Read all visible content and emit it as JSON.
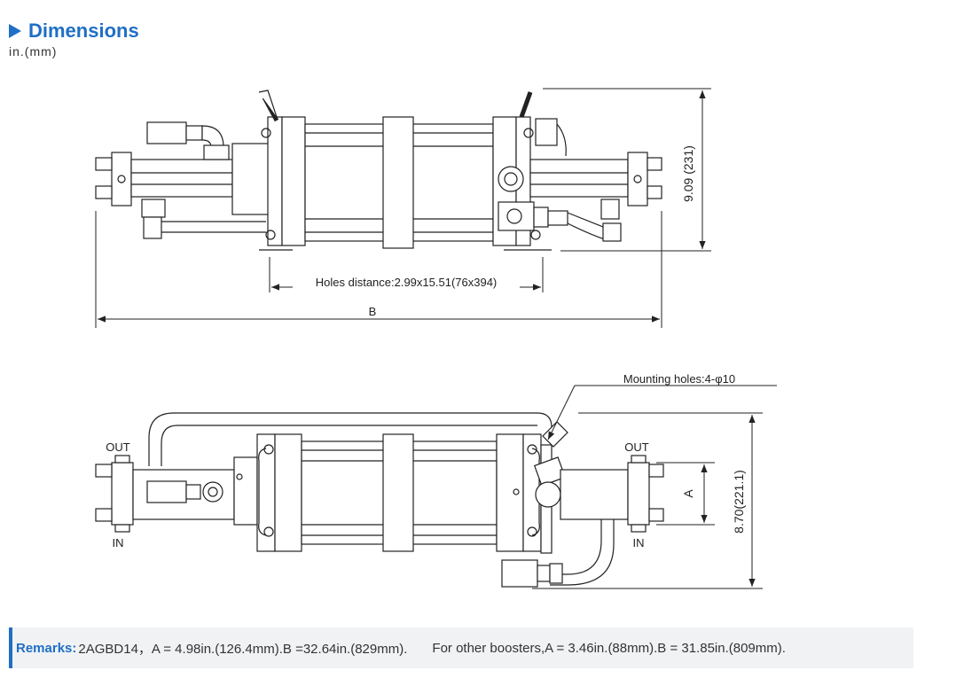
{
  "header": {
    "title": "Dimensions",
    "units": "in.(mm)"
  },
  "top_view": {
    "height_dim": "9.09 (231)",
    "holes_dim": "Holes distance:2.99x15.51(76x394)",
    "length_label": "B"
  },
  "side_view": {
    "mounting_holes": "Mounting holes:4-φ10",
    "out_left": "OUT",
    "in_left": "IN",
    "out_right": "OUT",
    "in_right": "IN",
    "a_label": "A",
    "height_dim": "8.70(221.1)"
  },
  "remarks": {
    "label": "Remarks:",
    "text1": "2AGBD14，A = 4.98in.(126.4mm).B =32.64in.(829mm).",
    "text2": "For other boosters,A = 3.46in.(88mm).B = 31.85in.(809mm)."
  }
}
